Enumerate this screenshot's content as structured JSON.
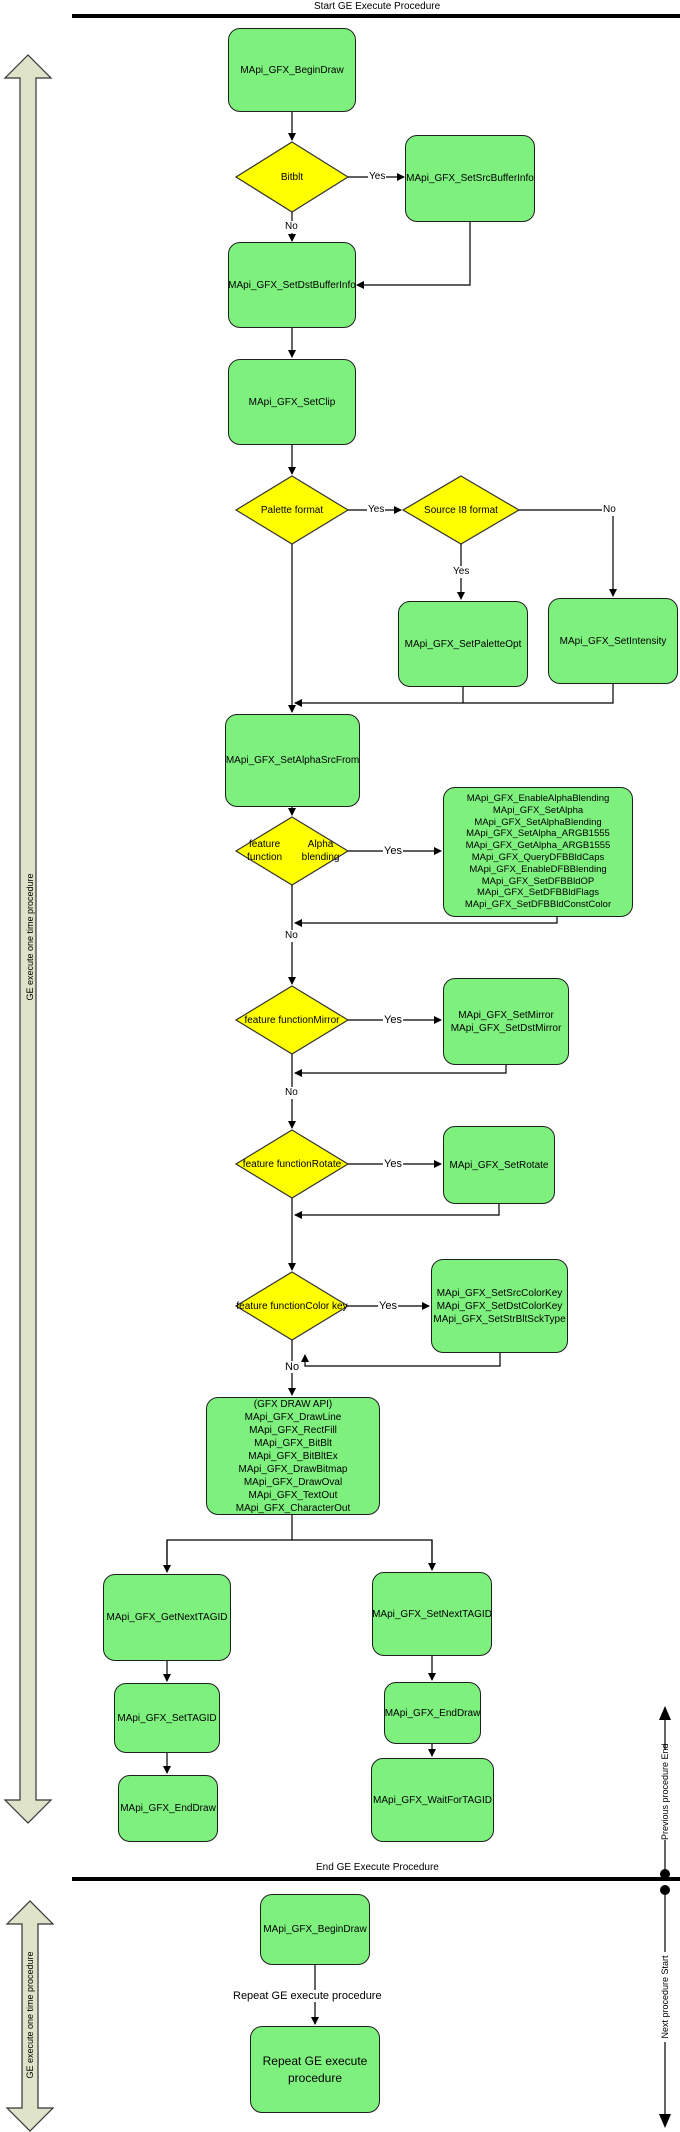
{
  "header": {
    "start_label": "Start GE Execute Procedure",
    "end_label": "End GE Execute Procedure"
  },
  "side": {
    "left_top": "GE execute one time procedure",
    "left_bottom": "GE execute one time procedure",
    "right_top": "Previous procedure End",
    "right_bottom": "Next procedure Start"
  },
  "nodes": {
    "begin_draw": [
      "MApi_GFX_BeginDraw"
    ],
    "bitblt": [
      "Bitblt"
    ],
    "set_src_buffer": [
      "MApi_GFX_SetSrcBufferInfo"
    ],
    "set_dst_buffer": [
      "MApi_GFX_SetDstBufferInfo"
    ],
    "set_clip": [
      "MApi_GFX_SetClip"
    ],
    "palette_format": [
      "Palette format"
    ],
    "source_i8": [
      "Source I8  format"
    ],
    "set_palette_opt": [
      "MApi_GFX_SetPaletteOpt"
    ],
    "set_intensity": [
      "MApi_GFX_SetIntensity"
    ],
    "set_alpha_src_from": [
      "MApi_GFX_SetAlphaSrcFrom"
    ],
    "alpha_blending": [
      "feature function",
      "Alpha blending"
    ],
    "alpha_list": [
      "MApi_GFX_EnableAlphaBlending",
      "MApi_GFX_SetAlpha",
      "MApi_GFX_SetAlphaBlending",
      "MApi_GFX_SetAlpha_ARGB1555",
      "MApi_GFX_GetAlpha_ARGB1555",
      "MApi_GFX_QueryDFBBldCaps",
      "MApi_GFX_EnableDFBBlending",
      "MApi_GFX_SetDFBBldOP",
      "MApi_GFX_SetDFBBldFlags",
      "MApi_GFX_SetDFBBldConstColor"
    ],
    "mirror": [
      "feature function",
      "Mirror"
    ],
    "mirror_list": [
      "MApi_GFX_SetMirror",
      "MApi_GFX_SetDstMirror"
    ],
    "rotate": [
      "feature function",
      "Rotate"
    ],
    "rotate_list": [
      "MApi_GFX_SetRotate"
    ],
    "color_key": [
      "feature function",
      "Color key"
    ],
    "color_key_list": [
      "MApi_GFX_SetSrcColorKey",
      "MApi_GFX_SetDstColorKey",
      "MApi_GFX_SetStrBltSckType"
    ],
    "draw_api": [
      "(GFX DRAW API)",
      "MApi_GFX_DrawLine",
      "MApi_GFX_RectFill",
      "MApi_GFX_BitBlt",
      "MApi_GFX_BitBltEx",
      "MApi_GFX_DrawBitmap",
      "MApi_GFX_DrawOval",
      "MApi_GFX_TextOut",
      "MApi_GFX_CharacterOut"
    ],
    "get_next_tagid": [
      "MApi_GFX_GetNextTAGID"
    ],
    "set_tagid": [
      "MApi_GFX_SetTAGID"
    ],
    "end_draw_left": [
      "MApi_GFX_EndDraw"
    ],
    "set_next_tagid": [
      "MApi_GFX_SetNextTAGID"
    ],
    "end_draw_right": [
      "MApi_GFX_EndDraw"
    ],
    "wait_for_tagid": [
      "MApi_GFX_WaitForTAGID"
    ],
    "begin_draw_2": [
      "MApi_GFX_BeginDraw"
    ],
    "repeat_box": [
      "Repeat GE execute",
      "procedure"
    ]
  },
  "edge_labels": {
    "bitblt_yes": "Yes",
    "bitblt_no": "No",
    "palette_yes": "Yes",
    "source_yes": "Yes",
    "source_no": "No",
    "alpha_yes": "Yes",
    "alpha_no": "No",
    "mirror_yes": "Yes",
    "mirror_no": "No",
    "rotate_yes": "Yes",
    "colorkey_yes": "Yes",
    "colorkey_no": "No",
    "repeat_label": "Repeat GE execute procedure"
  },
  "colors": {
    "process": "#7ef07e",
    "decision": "#ffff00",
    "side_arrow": "#dfe3c9"
  }
}
